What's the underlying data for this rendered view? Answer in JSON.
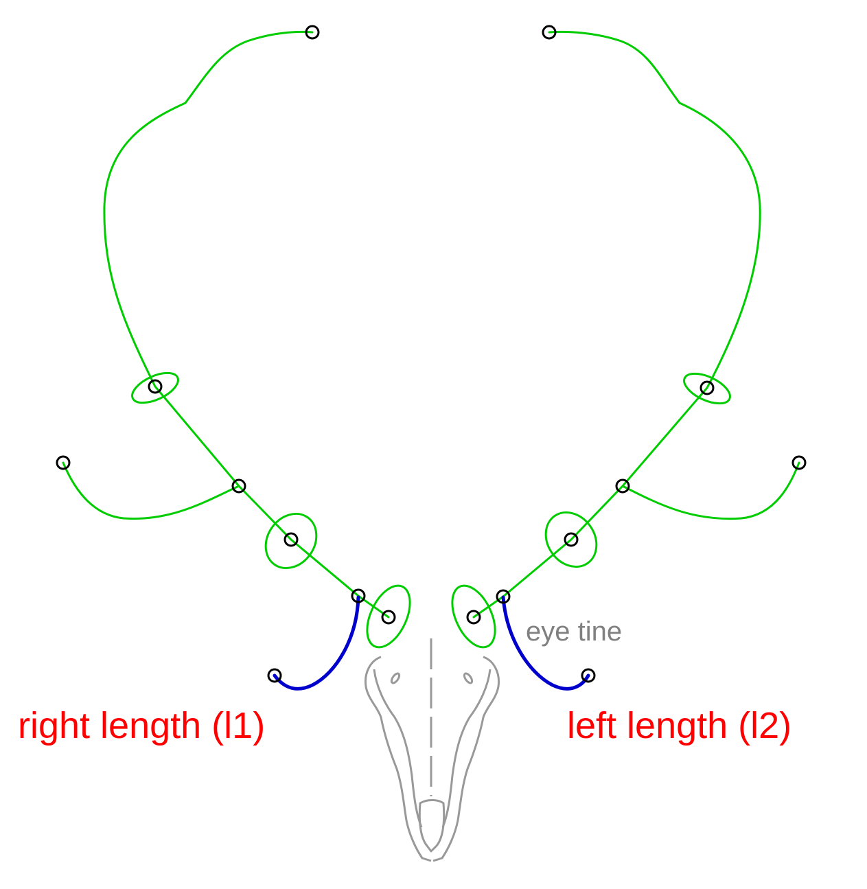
{
  "labels": {
    "right_length": "right length (l1)",
    "left_length": "left length (l2)",
    "eye_tine": "eye tine"
  },
  "colors": {
    "beam": "#00cc00",
    "measured_length": "#0000cc",
    "label": "#ff0000",
    "annotation": "#808080",
    "skull": "#999999",
    "landmark": "#000000"
  }
}
